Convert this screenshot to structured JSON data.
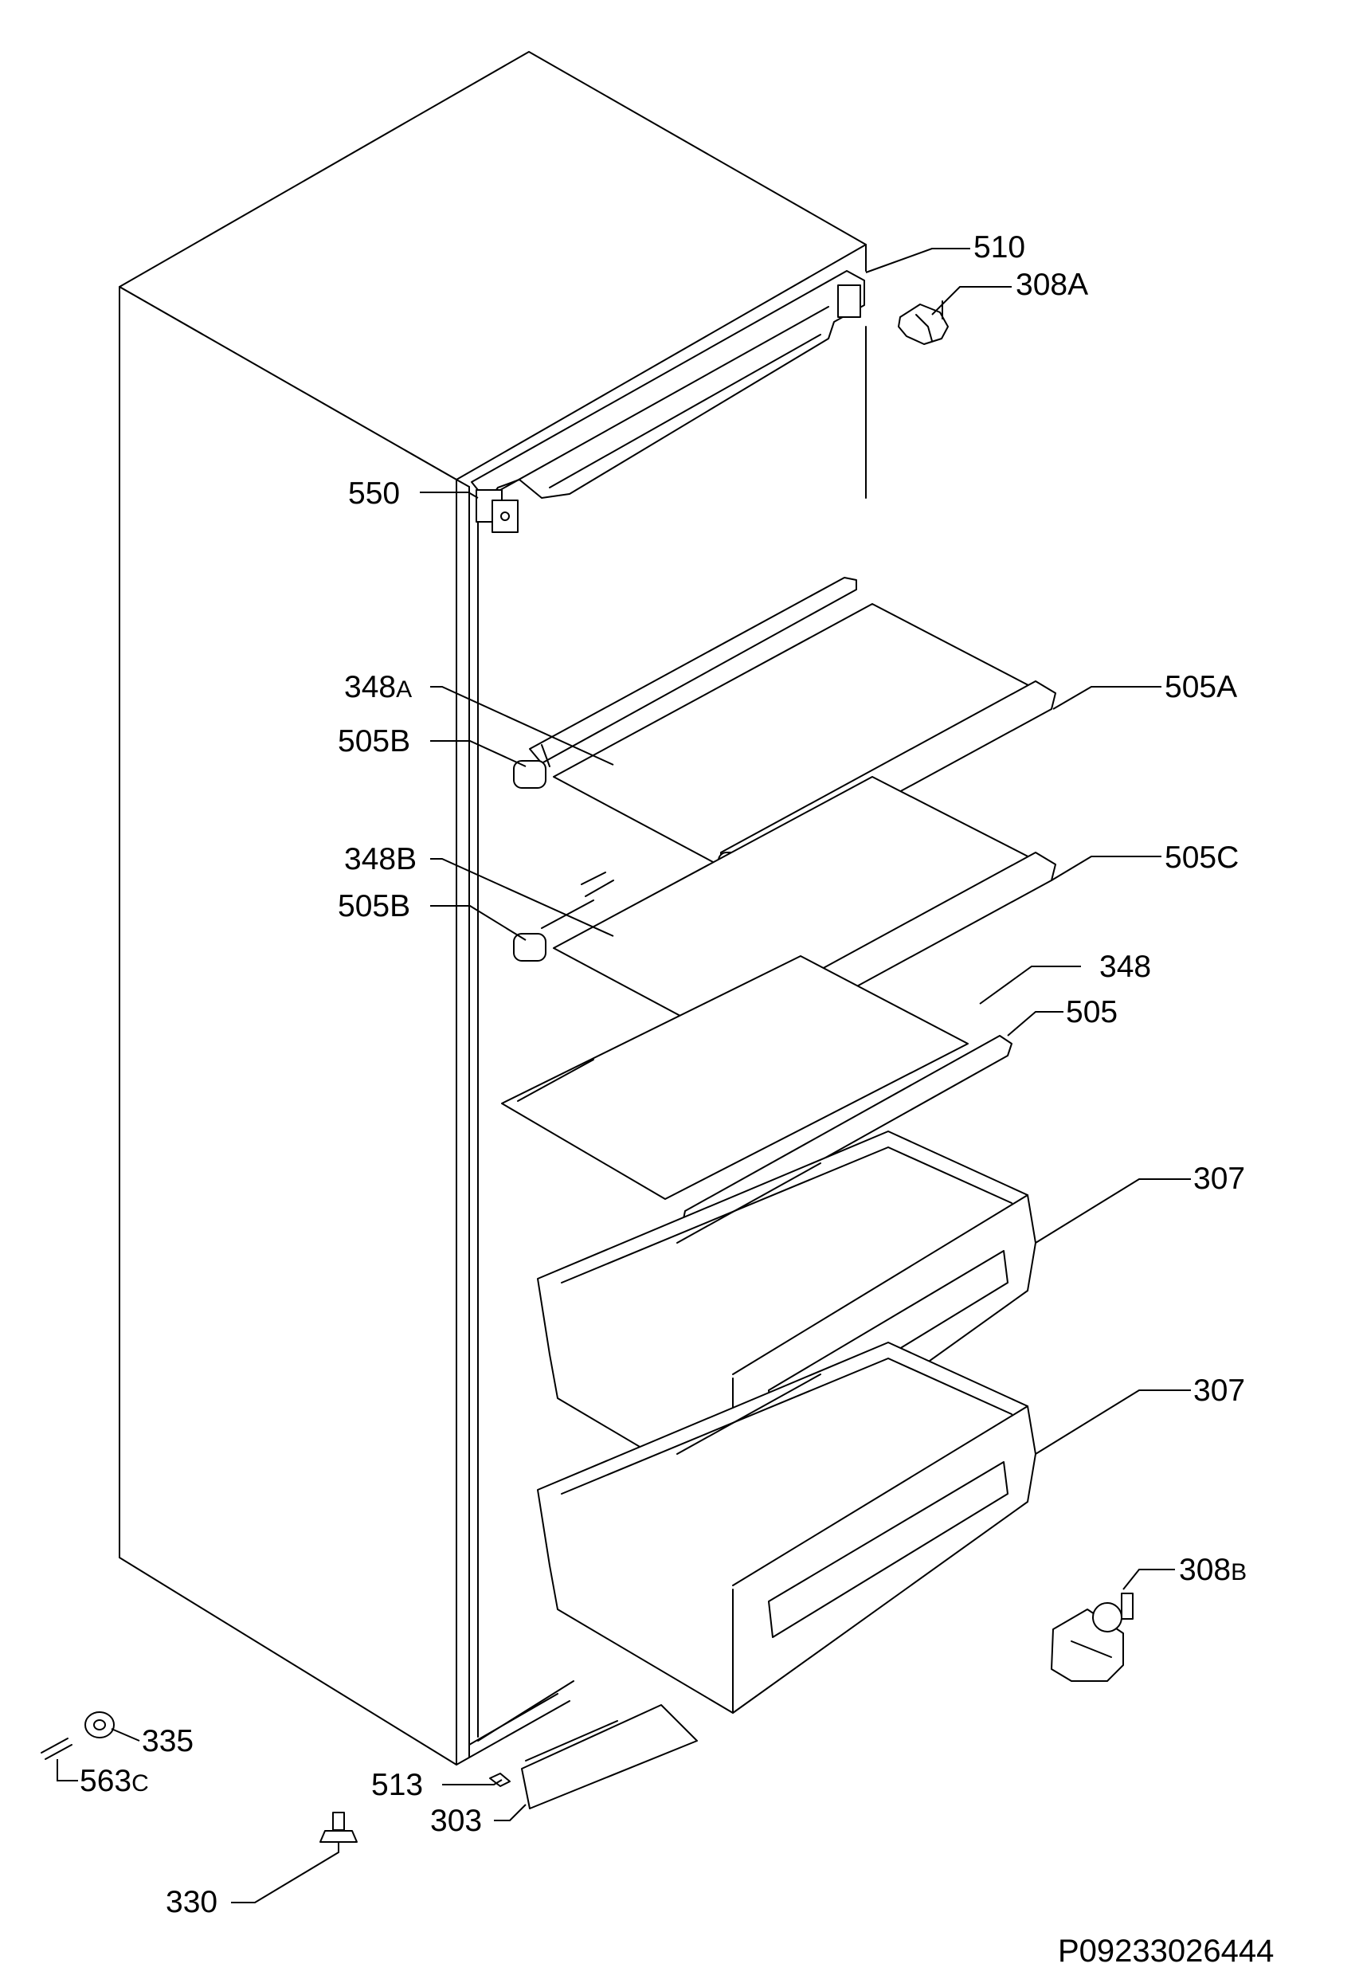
{
  "drawing_code": "P09233026444",
  "labels": {
    "p510": "510",
    "p308a": "308A",
    "p550": "550",
    "p348a_num": "348",
    "p348a_suf": "A",
    "p505a": "505A",
    "p505b_1": "505B",
    "p348b": "348B",
    "p505c": "505C",
    "p505b_2": "505B",
    "p348": "348",
    "p505": "505",
    "p307_1": "307",
    "p307_2": "307",
    "p308b_num": "308",
    "p308b_suf": "B",
    "p335": "335",
    "p563c_num": "563",
    "p563c_suf": "C",
    "p513": "513",
    "p303": "303",
    "p330": "330"
  }
}
